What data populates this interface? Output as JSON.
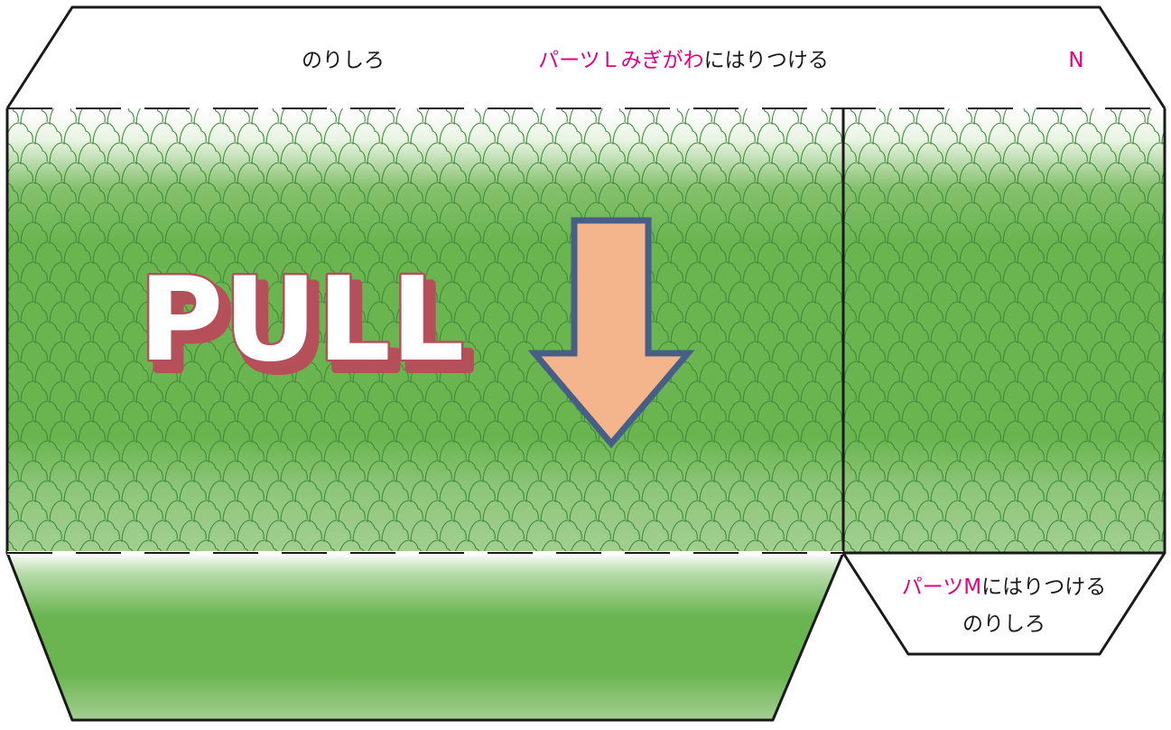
{
  "top_tab": {
    "glue_label": "のりしろ",
    "attach_part_label": "パーツＬみぎがわ",
    "attach_suffix": "にはりつける",
    "part_code": "N"
  },
  "main_panel": {
    "pull_text": "PULL"
  },
  "right_tab": {
    "attach_part_label": "パーツM",
    "attach_suffix": "にはりつける",
    "glue_label": "のりしろ"
  },
  "colors": {
    "green_dark": "#6ab550",
    "green_light": "#ffffff",
    "green_pale": "#a3cf92",
    "pattern_line": "#3f8a3a",
    "accent_pink": "#e4007f",
    "pull_fill": "#ffffff",
    "pull_outline": "#b5505a",
    "arrow_fill": "#f4b48c",
    "arrow_stroke": "#475f86",
    "outline": "#1a1a1a"
  }
}
